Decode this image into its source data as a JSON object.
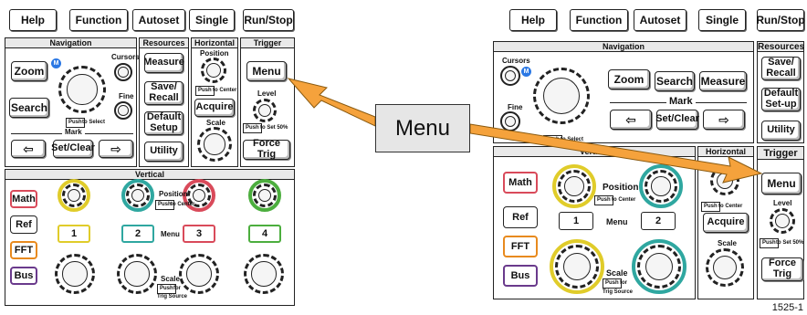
{
  "colors": {
    "ch1": "#e0cc2a",
    "ch2": "#2fa7a0",
    "ch3": "#d94a5a",
    "ch4": "#4cae3e",
    "math": "#d94a5a",
    "fft": "#e88a1e",
    "bus": "#6a3a8c",
    "arrow": "#f5a23c",
    "callout_bg": "#e6e6e6",
    "m_badge": "#2b78e4"
  },
  "icons": {
    "prev": "left-arrow-icon",
    "next": "right-arrow-icon"
  },
  "callout": {
    "label": "Menu"
  },
  "left": {
    "top_buttons": [
      "Help",
      "Function",
      "Autoset",
      "Single",
      "Run/Stop"
    ],
    "navigation": {
      "title": "Navigation",
      "zoom": "Zoom",
      "m_badge": "M",
      "cursors": "Cursors",
      "fine": "Fine",
      "search": "Search",
      "push": "Push",
      "push_to": "to Select",
      "mark": "Mark",
      "set_clear": "Set/Clear",
      "prev_glyph": "⇦",
      "next_glyph": "⇨"
    },
    "resources": {
      "title": "Resources",
      "measure": "Measure",
      "save_recall": "Save/\nRecall",
      "default_setup": "Default\nSetup",
      "utility": "Utility"
    },
    "horizontal": {
      "title": "Horizontal",
      "position": "Position",
      "push": "Push",
      "push_to": "to Center",
      "acquire": "Acquire",
      "scale": "Scale"
    },
    "trigger": {
      "title": "Trigger",
      "menu": "Menu",
      "level": "Level",
      "push": "Push",
      "push_to": "to Set 50%",
      "force_trig": "Force Trig"
    },
    "vertical": {
      "title": "Vertical",
      "math": "Math",
      "ref": "Ref",
      "fft": "FFT",
      "bus": "Bus",
      "ch": [
        "1",
        "2",
        "3",
        "4"
      ],
      "position": "Position",
      "push": "Push",
      "push_to_center": "to Center",
      "menu": "Menu",
      "scale": "Scale",
      "push_for": "for",
      "trig_source": "Trig Source"
    }
  },
  "right": {
    "top_buttons": [
      "Help",
      "Function",
      "Autoset",
      "Single",
      "Run/Stop"
    ],
    "navigation": {
      "title": "Navigation",
      "cursors": "Cursors",
      "m_badge": "M",
      "zoom": "Zoom",
      "search": "Search",
      "measure": "Measure",
      "fine": "Fine",
      "mark": "Mark",
      "set_clear": "Set/Clear",
      "push": "Push",
      "push_to": "to Select",
      "prev_glyph": "⇦",
      "next_glyph": "⇨"
    },
    "resources": {
      "title": "Resources",
      "save_recall": "Save/\nRecall",
      "default_setup": "Default\nSet-up",
      "utility": "Utility"
    },
    "vertical": {
      "title": "Vertical",
      "math": "Math",
      "ref": "Ref",
      "fft": "FFT",
      "bus": "Bus",
      "position": "Position",
      "push": "Push",
      "push_to_center": "to Center",
      "ch1": "1",
      "ch2": "2",
      "menu": "Menu",
      "scale": "Scale",
      "push_for": "for",
      "trig_source": "Trig Source"
    },
    "horizontal": {
      "title": "Horizontal",
      "push": "Push",
      "push_to": "to Center",
      "acquire": "Acquire",
      "scale": "Scale"
    },
    "trigger": {
      "title": "Trigger",
      "menu": "Menu",
      "level": "Level",
      "push": "Push",
      "push_to": "to Set 50%",
      "force_trig": "Force Trig"
    }
  },
  "figure_number": "1525-1"
}
